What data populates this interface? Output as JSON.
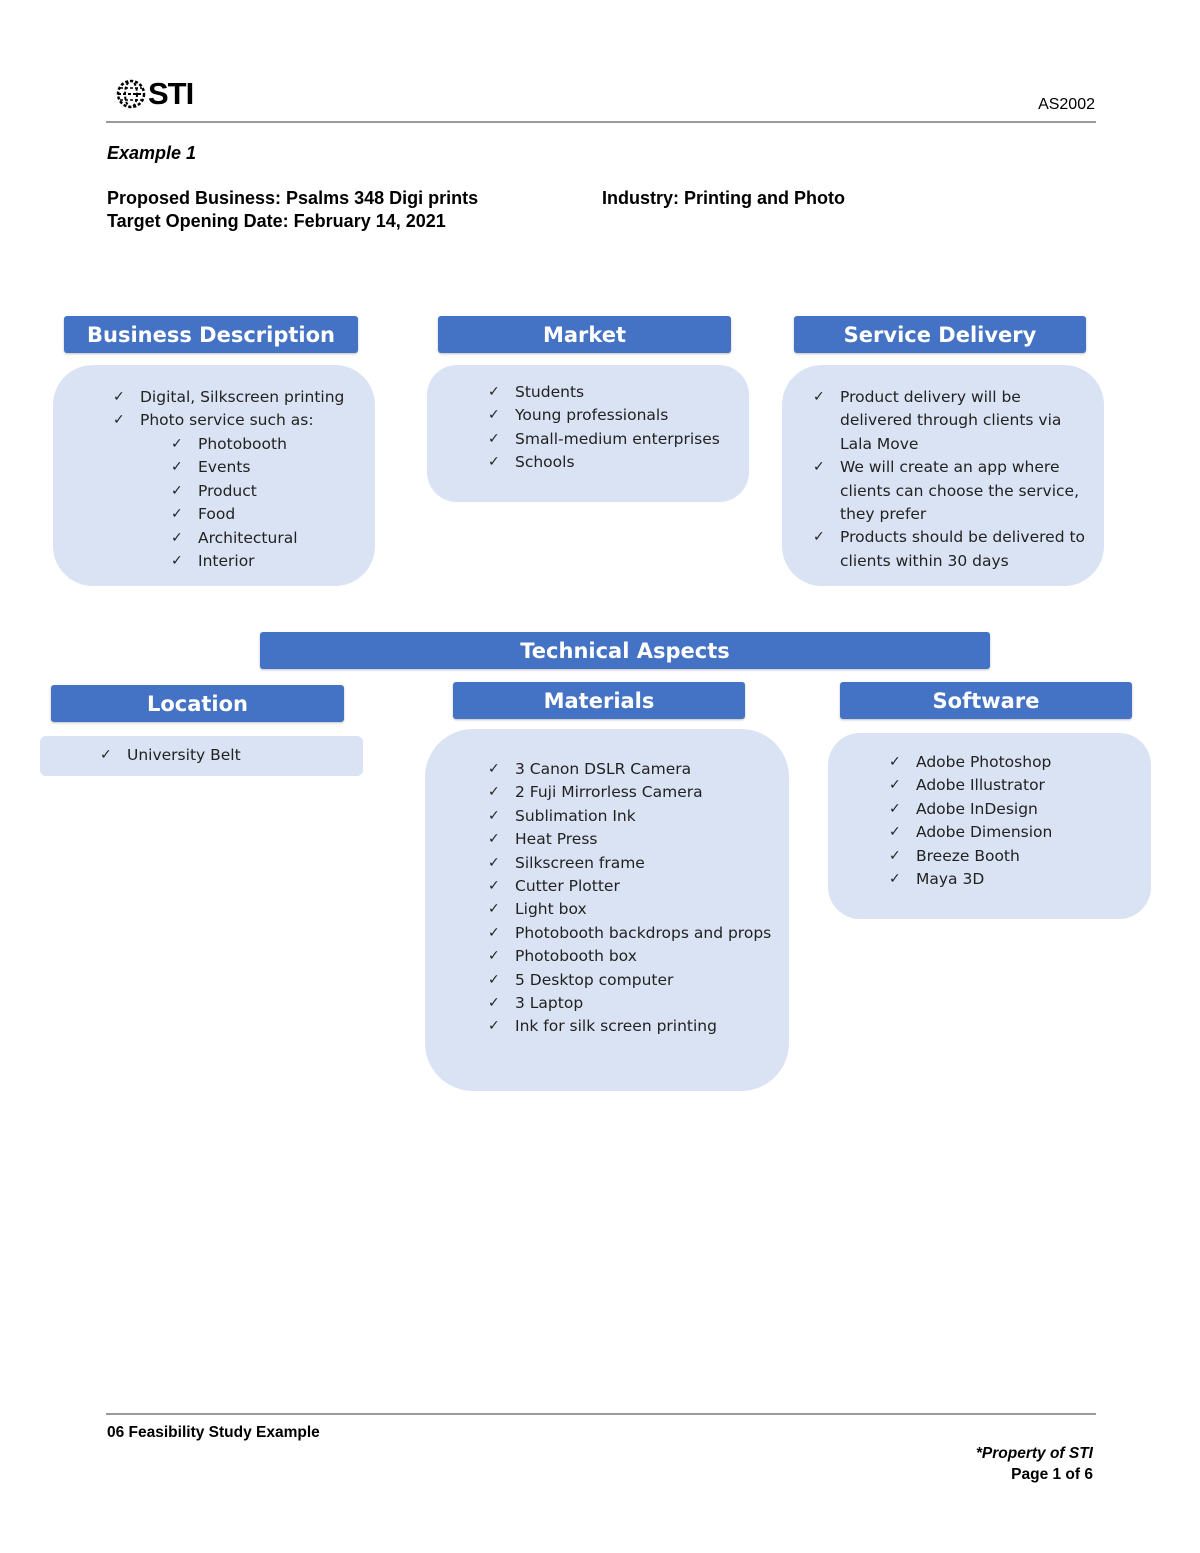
{
  "header": {
    "logo_text": "STI",
    "doc_code": "AS2002"
  },
  "example_label": "Example 1",
  "proposal": {
    "business": "Proposed Business: Psalms 348 Digi prints",
    "industry": "Industry: Printing and Photo",
    "opening_date": "Target Opening Date: February 14, 2021"
  },
  "business_description": {
    "title": "Business Description",
    "items": [
      "Digital, Silkscreen printing",
      "Photo service such as:"
    ],
    "subitems": [
      "Photobooth",
      "Events",
      "Product",
      "Food",
      "Architectural",
      "Interior"
    ]
  },
  "market": {
    "title": "Market",
    "items": [
      "Students",
      "Young professionals",
      "Small-medium enterprises",
      "Schools"
    ]
  },
  "service_delivery": {
    "title": "Service Delivery",
    "items": [
      "Product delivery will be delivered through clients via Lala Move",
      "We will create an app where clients can choose the service, they prefer",
      "Products should be delivered to clients within 30 days"
    ]
  },
  "technical_aspects": {
    "title": "Technical Aspects"
  },
  "location": {
    "title": "Location",
    "items": [
      "University Belt"
    ]
  },
  "materials": {
    "title": "Materials",
    "items": [
      "3 Canon DSLR Camera",
      "2 Fuji Mirrorless Camera",
      "Sublimation Ink",
      "Heat Press",
      "Silkscreen frame",
      "Cutter Plotter",
      "Light box",
      "Photobooth backdrops and props",
      "Photobooth box",
      "5 Desktop computer",
      "3 Laptop",
      "Ink for silk screen printing"
    ]
  },
  "software": {
    "title": "Software",
    "items": [
      "Adobe Photoshop",
      "Adobe Illustrator",
      "Adobe InDesign",
      "Adobe Dimension",
      "Breeze Booth",
      "Maya 3D"
    ]
  },
  "footer": {
    "left": "06 Feasibility Study Example",
    "property": "*Property of STI",
    "page": "Page 1 of 6"
  }
}
